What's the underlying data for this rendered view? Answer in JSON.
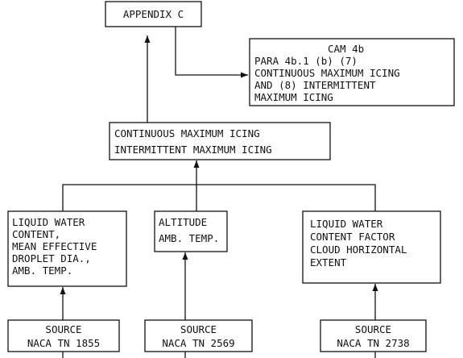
{
  "diagram": {
    "appendix": {
      "lines": [
        "APPENDIX C"
      ]
    },
    "cam": {
      "lines": [
        "CAM 4b",
        "PARA 4b.1 (b) (7)",
        "CONTINUOUS MAXIMUM ICING",
        "AND (8) INTERMITTENT",
        "MAXIMUM ICING"
      ]
    },
    "icing": {
      "lines": [
        "CONTINUOUS MAXIMUM ICING",
        "INTERMITTENT MAXIMUM ICING"
      ]
    },
    "lwc": {
      "lines": [
        "LIQUID WATER",
        "CONTENT,",
        "MEAN EFFECTIVE",
        "DROPLET DIA.,",
        "AMB. TEMP."
      ]
    },
    "altitude": {
      "lines": [
        "ALTITUDE",
        "AMB. TEMP."
      ]
    },
    "lwc_factor": {
      "lines": [
        "LIQUID WATER",
        "CONTENT FACTOR",
        "CLOUD HORIZONTAL",
        "EXTENT"
      ]
    },
    "source_1855": {
      "lines": [
        "SOURCE",
        "NACA TN 1855"
      ]
    },
    "source_2569": {
      "lines": [
        "SOURCE",
        "NACA TN 2569"
      ]
    },
    "source_2738": {
      "lines": [
        "SOURCE",
        "NACA TN 2738"
      ]
    }
  }
}
